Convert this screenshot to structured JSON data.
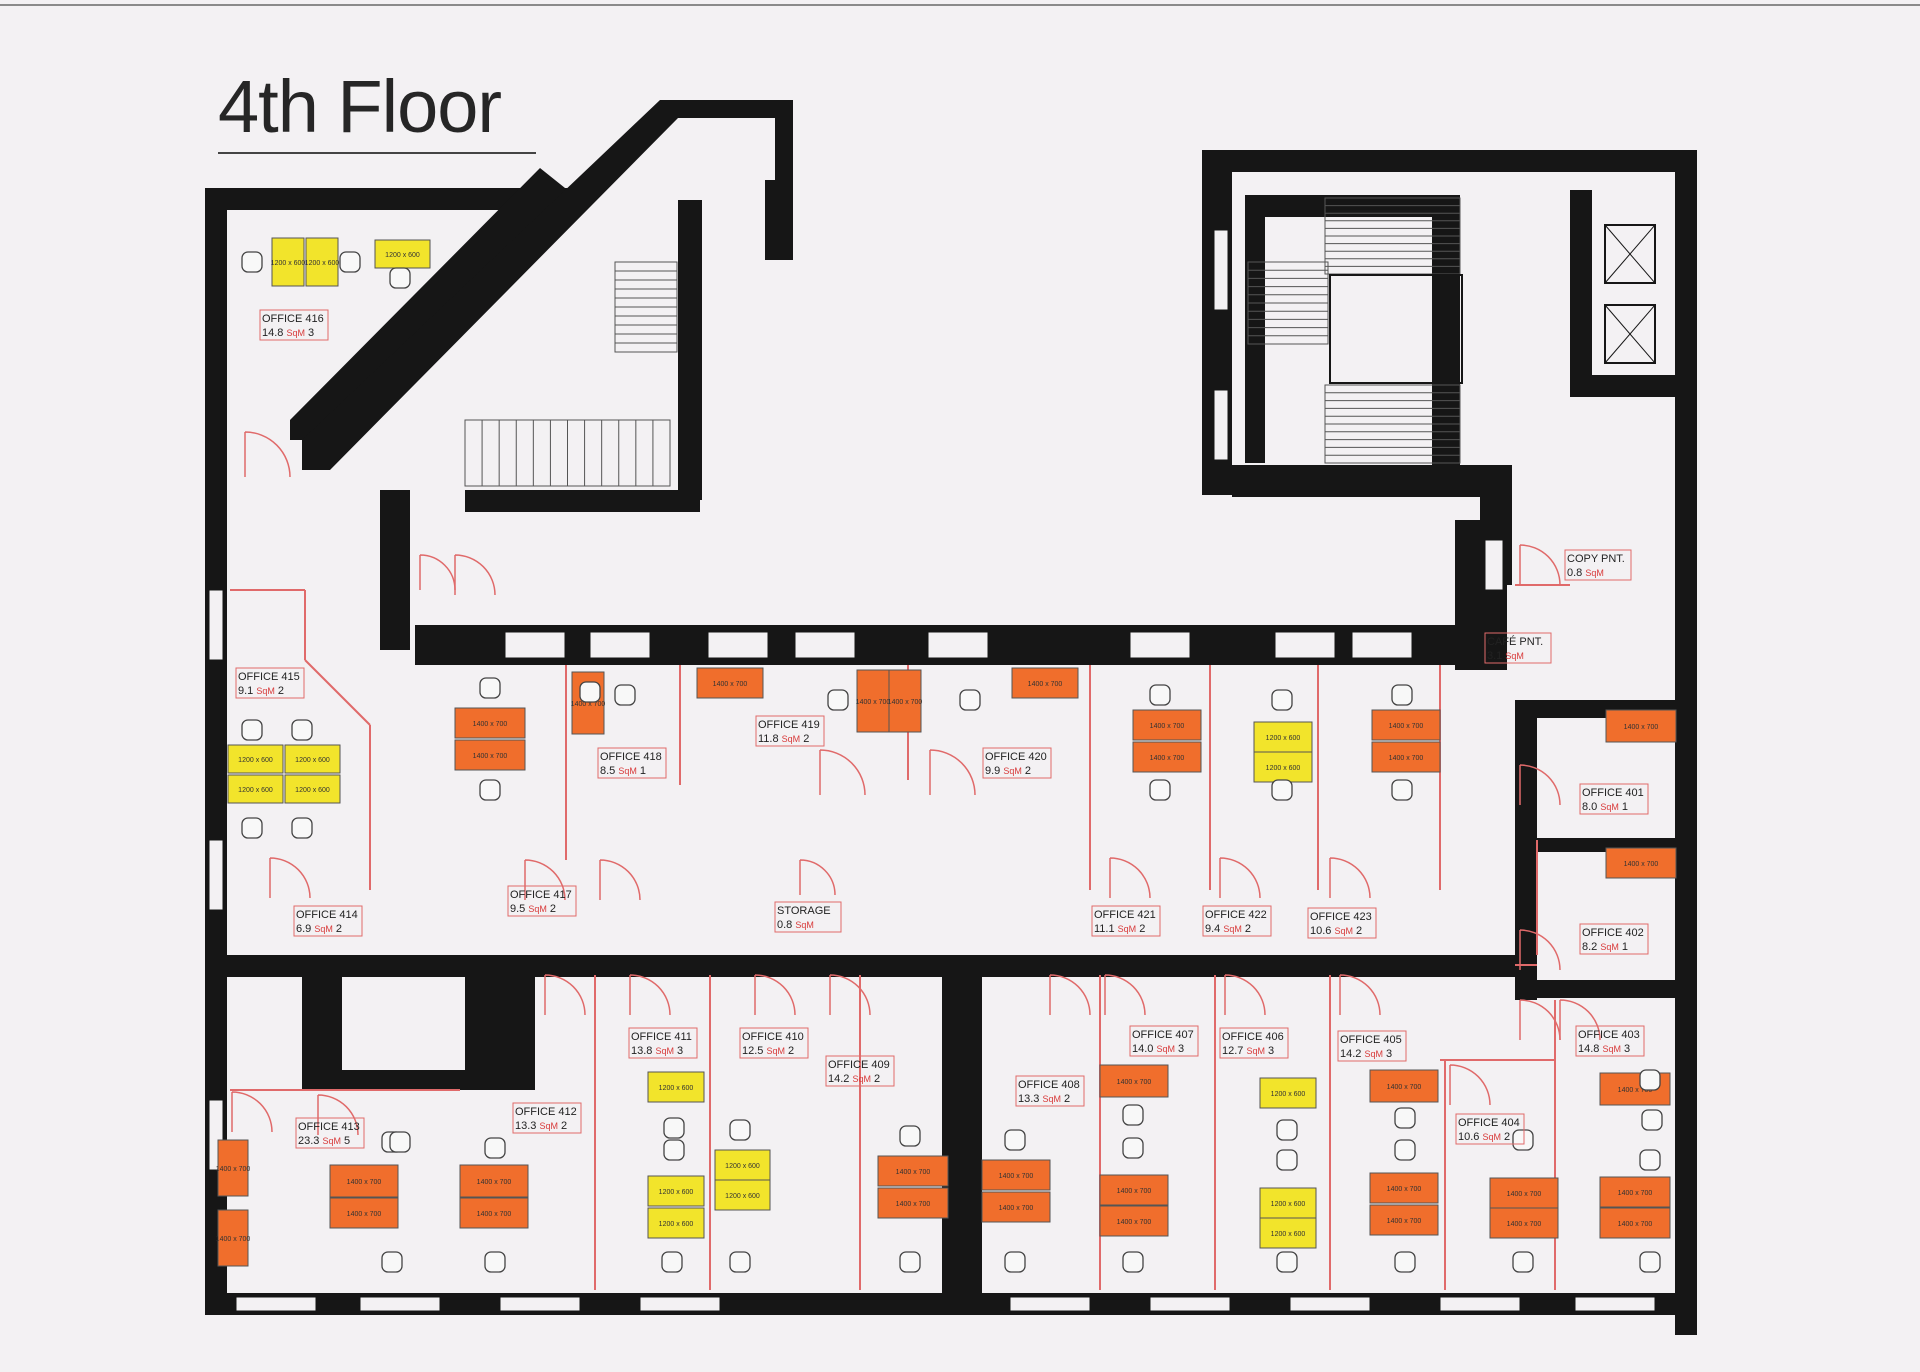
{
  "floor_title": "4th Floor",
  "colors": {
    "wall": "#161616",
    "partition": "#e06a6a",
    "desk_orange": "#f06e2c",
    "desk_yellow": "#f2e42b",
    "label_red": "#d83a3a",
    "label_text": "#222222"
  },
  "units": {
    "sqm": "SqM"
  },
  "rooms": [
    {
      "name": "OFFICE 416",
      "area": "14.8",
      "people": "3"
    },
    {
      "name": "OFFICE 415",
      "area": "9.1",
      "people": "2"
    },
    {
      "name": "OFFICE 414",
      "area": "6.9",
      "people": "2"
    },
    {
      "name": "OFFICE 417",
      "area": "9.5",
      "people": "2"
    },
    {
      "name": "OFFICE 418",
      "area": "8.5",
      "people": "1"
    },
    {
      "name": "OFFICE 419",
      "area": "11.8",
      "people": "2"
    },
    {
      "name": "STORAGE",
      "area": "0.8",
      "people": ""
    },
    {
      "name": "OFFICE 420",
      "area": "9.9",
      "people": "2"
    },
    {
      "name": "OFFICE 421",
      "area": "11.1",
      "people": "2"
    },
    {
      "name": "OFFICE 422",
      "area": "9.4",
      "people": "2"
    },
    {
      "name": "OFFICE 423",
      "area": "10.6",
      "people": "2"
    },
    {
      "name": "COPY PNT.",
      "area": "0.8",
      "people": ""
    },
    {
      "name": "CAFÉ PNT.",
      "area": "3.1",
      "people": ""
    },
    {
      "name": "OFFICE 401",
      "area": "8.0",
      "people": "1"
    },
    {
      "name": "OFFICE 402",
      "area": "8.2",
      "people": "1"
    },
    {
      "name": "OFFICE 403",
      "area": "14.8",
      "people": "3"
    },
    {
      "name": "OFFICE 404",
      "area": "10.6",
      "people": "2"
    },
    {
      "name": "OFFICE 405",
      "area": "14.2",
      "people": "3"
    },
    {
      "name": "OFFICE 406",
      "area": "12.7",
      "people": "3"
    },
    {
      "name": "OFFICE 407",
      "area": "14.0",
      "people": "3"
    },
    {
      "name": "OFFICE 408",
      "area": "13.3",
      "people": "2"
    },
    {
      "name": "OFFICE 409",
      "area": "14.2",
      "people": "2"
    },
    {
      "name": "OFFICE 410",
      "area": "12.5",
      "people": "2"
    },
    {
      "name": "OFFICE 411",
      "area": "13.8",
      "people": "3"
    },
    {
      "name": "OFFICE 412",
      "area": "13.3",
      "people": "2"
    },
    {
      "name": "OFFICE 413",
      "area": "23.3",
      "people": "5"
    }
  ],
  "desk_sizes": {
    "orange": "1400 x 700",
    "yellow": "1200 x 600"
  }
}
